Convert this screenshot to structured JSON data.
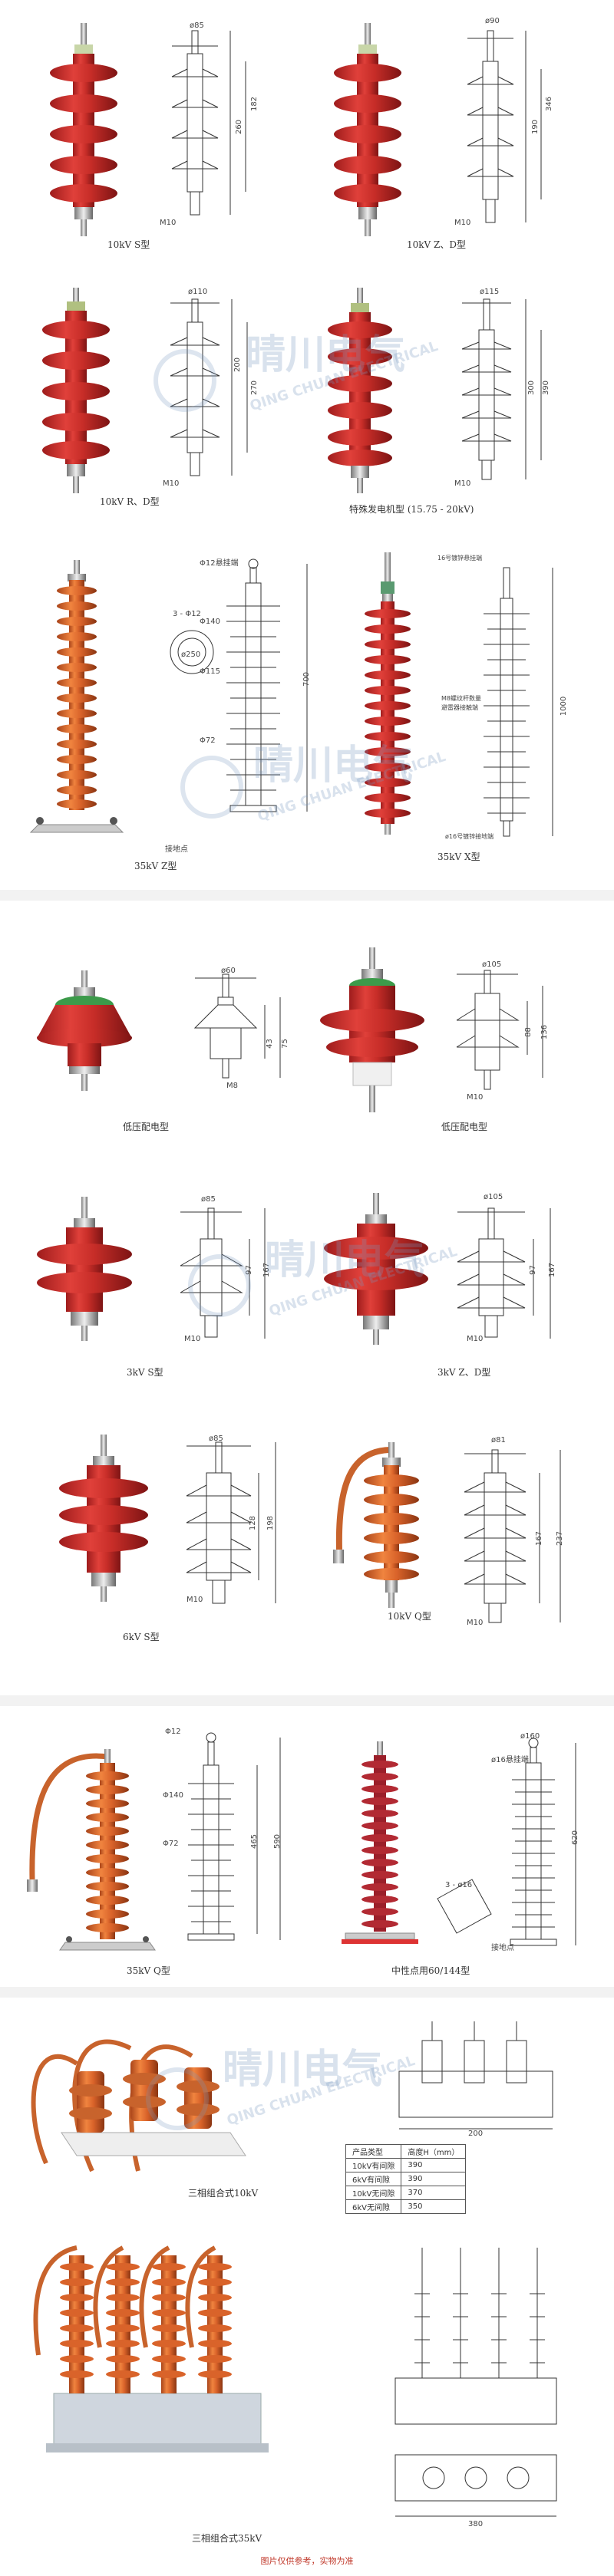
{
  "watermark": {
    "cn": "晴川电气",
    "en": "QING CHUAN ELECTRICAL"
  },
  "captions": {
    "p1": "10kV S型",
    "p2": "10kV Z、D型",
    "p3": "10kV R、D型",
    "p4": "特殊发电机型 (15.75 - 20kV)",
    "p5": "35kV Z型",
    "p6": "35kV X型",
    "p7": "低压配电型",
    "p8": "低压配电型",
    "p9": "3kV S型",
    "p10": "3kV Z、D型",
    "p11": "6kV S型",
    "p12": "10kV Q型",
    "p13": "35kV Q型",
    "p14": "中性点用60/144型",
    "p15": "三相组合式10kV",
    "p16": "三相组合式35kV"
  },
  "dims": {
    "p1": [
      "ø85",
      "260",
      "182",
      "M10"
    ],
    "p2": [
      "ø90",
      "190",
      "346",
      "M10"
    ],
    "p3": [
      "ø110",
      "200",
      "270",
      "M10"
    ],
    "p4": [
      "ø115",
      "300",
      "390",
      "M10"
    ],
    "p5": [
      "Φ12悬挂端",
      "Φ140",
      "Φ115",
      "Φ72",
      "700",
      "3 - Φ12",
      "ø250",
      "接地点"
    ],
    "p6": [
      "16号镀锌悬挂端",
      "M8螺纹杆数量",
      "避雷器接触端",
      "ø16号镀锌接地端",
      "1000"
    ],
    "p7": [
      "ø60",
      "43",
      "75",
      "M8"
    ],
    "p8": [
      "ø105",
      "88",
      "136",
      "M10"
    ],
    "p9": [
      "ø85",
      "97",
      "167",
      "M10"
    ],
    "p10": [
      "ø105",
      "97",
      "167",
      "M10"
    ],
    "p11": [
      "ø85",
      "128",
      "198",
      "M10"
    ],
    "p12": [
      "ø81",
      "167",
      "237",
      "M10"
    ],
    "p13": [
      "Φ12",
      "Φ140",
      "Φ72",
      "465",
      "590"
    ],
    "p14": [
      "ø16悬挂端",
      "ø160",
      "620",
      "3 - ø16",
      "接地点"
    ],
    "p15": [
      "200"
    ],
    "p16": [
      "380"
    ]
  },
  "table": {
    "headers": [
      "产品类型",
      "高度H（mm）"
    ],
    "rows": [
      [
        "10kV有间隙",
        "390"
      ],
      [
        "6kV有间隙",
        "390"
      ],
      [
        "10kV无间隙",
        "370"
      ],
      [
        "6kV无间隙",
        "350"
      ]
    ]
  },
  "footer": "图片仅供参考，实物为准",
  "colors": {
    "red": "#d0312d",
    "orange": "#e2672a",
    "separator": "#f2f2f2",
    "footer": "#c0392b"
  }
}
